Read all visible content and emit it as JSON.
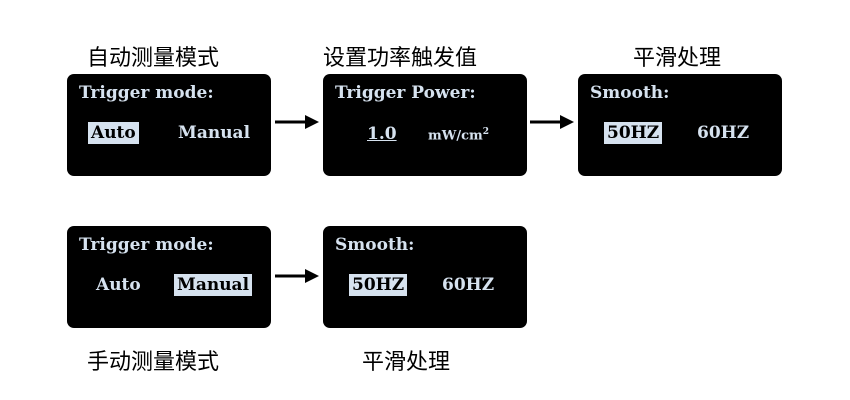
{
  "captions": {
    "auto_mode": "自动测量模式",
    "set_power": "设置功率触发值",
    "smooth_top": "平滑处理",
    "manual_mode": "手动测量模式",
    "smooth_bottom": "平滑处理"
  },
  "screens": {
    "trigger_mode_auto": {
      "title": "Trigger mode:",
      "options": [
        "Auto",
        "Manual"
      ],
      "selected": "Auto"
    },
    "trigger_power": {
      "title": "Trigger Power:",
      "value": "1.0",
      "unit": "mW/cm",
      "unit_sup": "2"
    },
    "smooth_top": {
      "title": "Smooth:",
      "options": [
        "50HZ",
        "60HZ"
      ],
      "selected": "50HZ"
    },
    "trigger_mode_manual": {
      "title": "Trigger mode:",
      "options": [
        "Auto",
        "Manual"
      ],
      "selected": "Manual"
    },
    "smooth_bottom": {
      "title": "Smooth:",
      "options": [
        "50HZ",
        "60HZ"
      ],
      "selected": "50HZ"
    }
  },
  "colors": {
    "screen_bg": "#000000",
    "screen_text": "#d6e2ef",
    "highlight": "#d6e2ef"
  },
  "icons": [
    "right-arrow-icon"
  ]
}
